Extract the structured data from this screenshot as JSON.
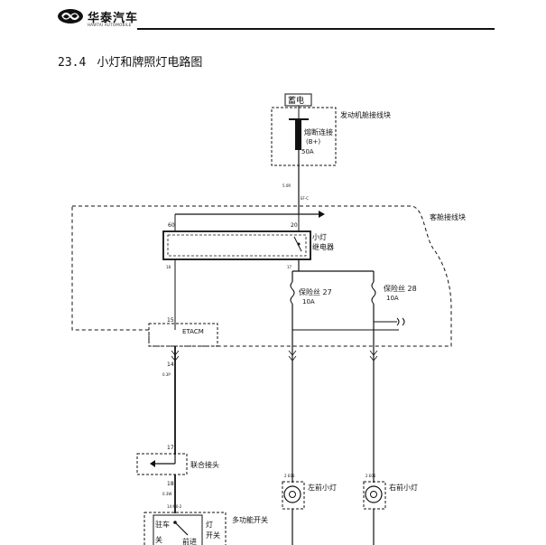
{
  "header": {
    "brand_cn": "华泰汽车",
    "brand_en": "HAWTAI AUTOMOBILE",
    "logo_icon": "hawtai-logo-icon"
  },
  "section": {
    "number": "23.4",
    "title": "小灯和牌照灯电路图"
  },
  "diagram": {
    "battery_label": "蓄电",
    "engine_box_label": "发动机舱接线块",
    "fusible_link_label_1": "熔断连接",
    "fusible_link_label_2": "(B+)",
    "fusible_link_rating": "50A",
    "cabin_box_label": "客舱接线块",
    "relay_label_1": "小灯",
    "relay_label_2": "继电器",
    "fuse27_label": "保险丝 27",
    "fuse27_rating": "10A",
    "fuse28_label": "保险丝 28",
    "fuse28_rating": "10A",
    "pin_60": "60",
    "pin_20": "20",
    "pin_15": "15",
    "pin_14": "14",
    "pin_17": "17",
    "pin_18": "18",
    "etacm_label": "ETACM",
    "connector_label": "联合接头",
    "left_lamp_label": "左前小灯",
    "right_lamp_label": "右前小灯",
    "switch_label": "多功能开关",
    "switch_park_1": "驻车",
    "switch_park_2": "关",
    "switch_head_1": "前进",
    "switch_light_1": "灯",
    "switch_light_2": "开关"
  }
}
